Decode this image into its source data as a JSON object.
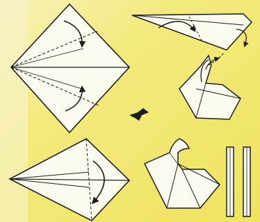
{
  "diagram": {
    "kind": "origami swan folding instructions",
    "steps": [
      {
        "id": "step-1",
        "shape": "square sheet with diagonal folds and fold-arrows"
      },
      {
        "id": "step-2",
        "shape": "narrow kite folded toward tip"
      },
      {
        "id": "step-3",
        "shape": "folded neck with hexagonal body"
      },
      {
        "id": "step-4",
        "shape": "kite with long crease and curved fold-arrow"
      },
      {
        "id": "step-5",
        "shape": "finished swan"
      },
      {
        "id": "step-6",
        "shape": "pair of folded strips"
      }
    ],
    "icons": [
      "fold-arrow-icon",
      "direction-arrow-icon"
    ],
    "colors": {
      "background_yellow": "#f3ea7a",
      "background_light": "#f7f2c0",
      "paper": "#fbfbef",
      "line": "#1d1d1d"
    }
  }
}
